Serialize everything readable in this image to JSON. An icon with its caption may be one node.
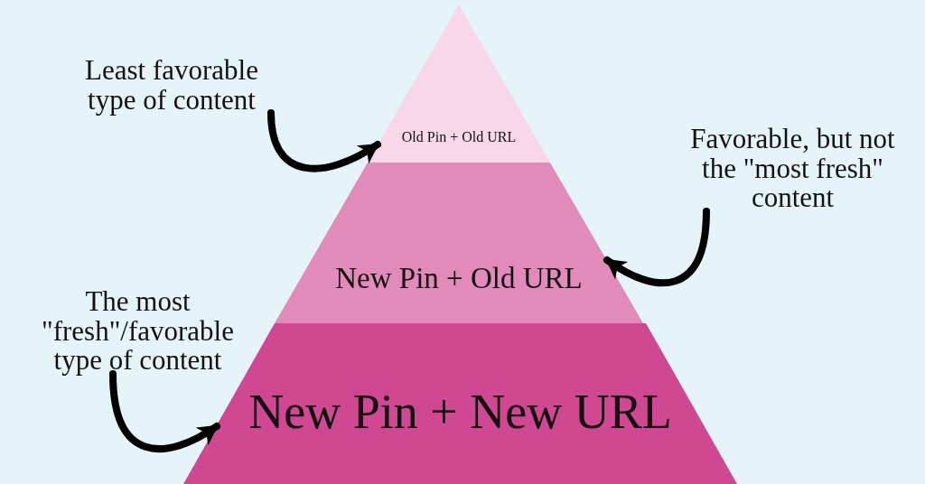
{
  "diagram": {
    "nodes": [
      {
        "text": [
          "Old Pin + Old URL"
        ]
      },
      {
        "text": [
          "New Pin + Old URL"
        ]
      },
      {
        "text": [
          "New Pin + New URL"
        ]
      },
      {
        "text": [
          "Least favorable type of content"
        ]
      },
      {
        "text": [
          "Favorable, but not the \"most fresh\" content"
        ]
      },
      {
        "text": [
          "The most \"fresh\"/favorable type of content"
        ]
      }
    ],
    "edges": [
      {
        "from": 3,
        "to": 0,
        "arrow": "to"
      },
      {
        "from": 4,
        "to": 1,
        "arrow": "to"
      },
      {
        "from": 5,
        "to": 2,
        "arrow": "to"
      }
    ]
  }
}
